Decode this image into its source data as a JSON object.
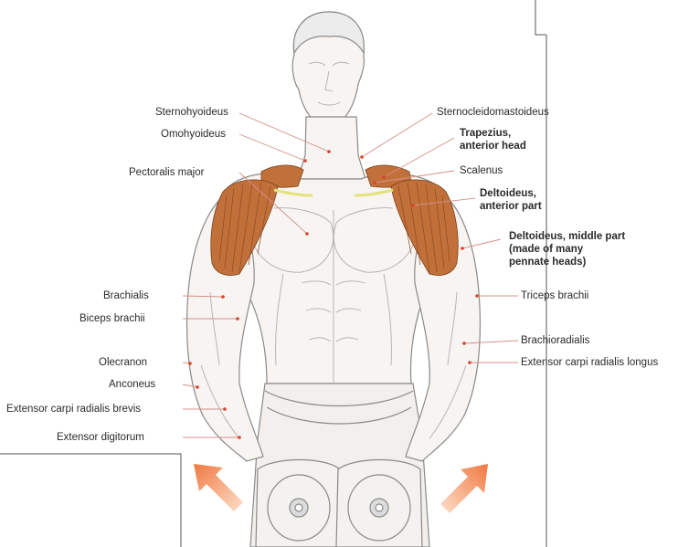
{
  "labels": {
    "sternohyoideus": "Sternohyoideus",
    "omohyoideus": "Omohyoideus",
    "pectoralis_major": "Pectoralis major",
    "sternocleidomastoideus": "Sternocleidomastoideus",
    "trapezius": "Trapezius,\nanterior head",
    "scalenus": "Scalenus",
    "deltoideus_anterior": "Deltoideus,\nanterior part",
    "deltoideus_middle": "Deltoideus, middle part\n(made of many\npennate heads)",
    "brachialis": "Brachialis",
    "biceps_brachii": "Biceps brachii",
    "olecranon": "Olecranon",
    "anconeus": "Anconeus",
    "ext_carpi_rad_brevis": "Extensor carpi radialis brevis",
    "ext_digitorum": "Extensor digitorum",
    "triceps_brachii": "Triceps brachii",
    "brachioradialis": "Brachioradialis",
    "ext_carpi_rad_longus": "Extensor carpi radialis longus"
  },
  "colors": {
    "leader_line": "#d4908a",
    "point": "#d8432c",
    "highlight_muscle": "#c2703a",
    "arrow": "#f08a55",
    "outline": "#8a8a8a"
  }
}
